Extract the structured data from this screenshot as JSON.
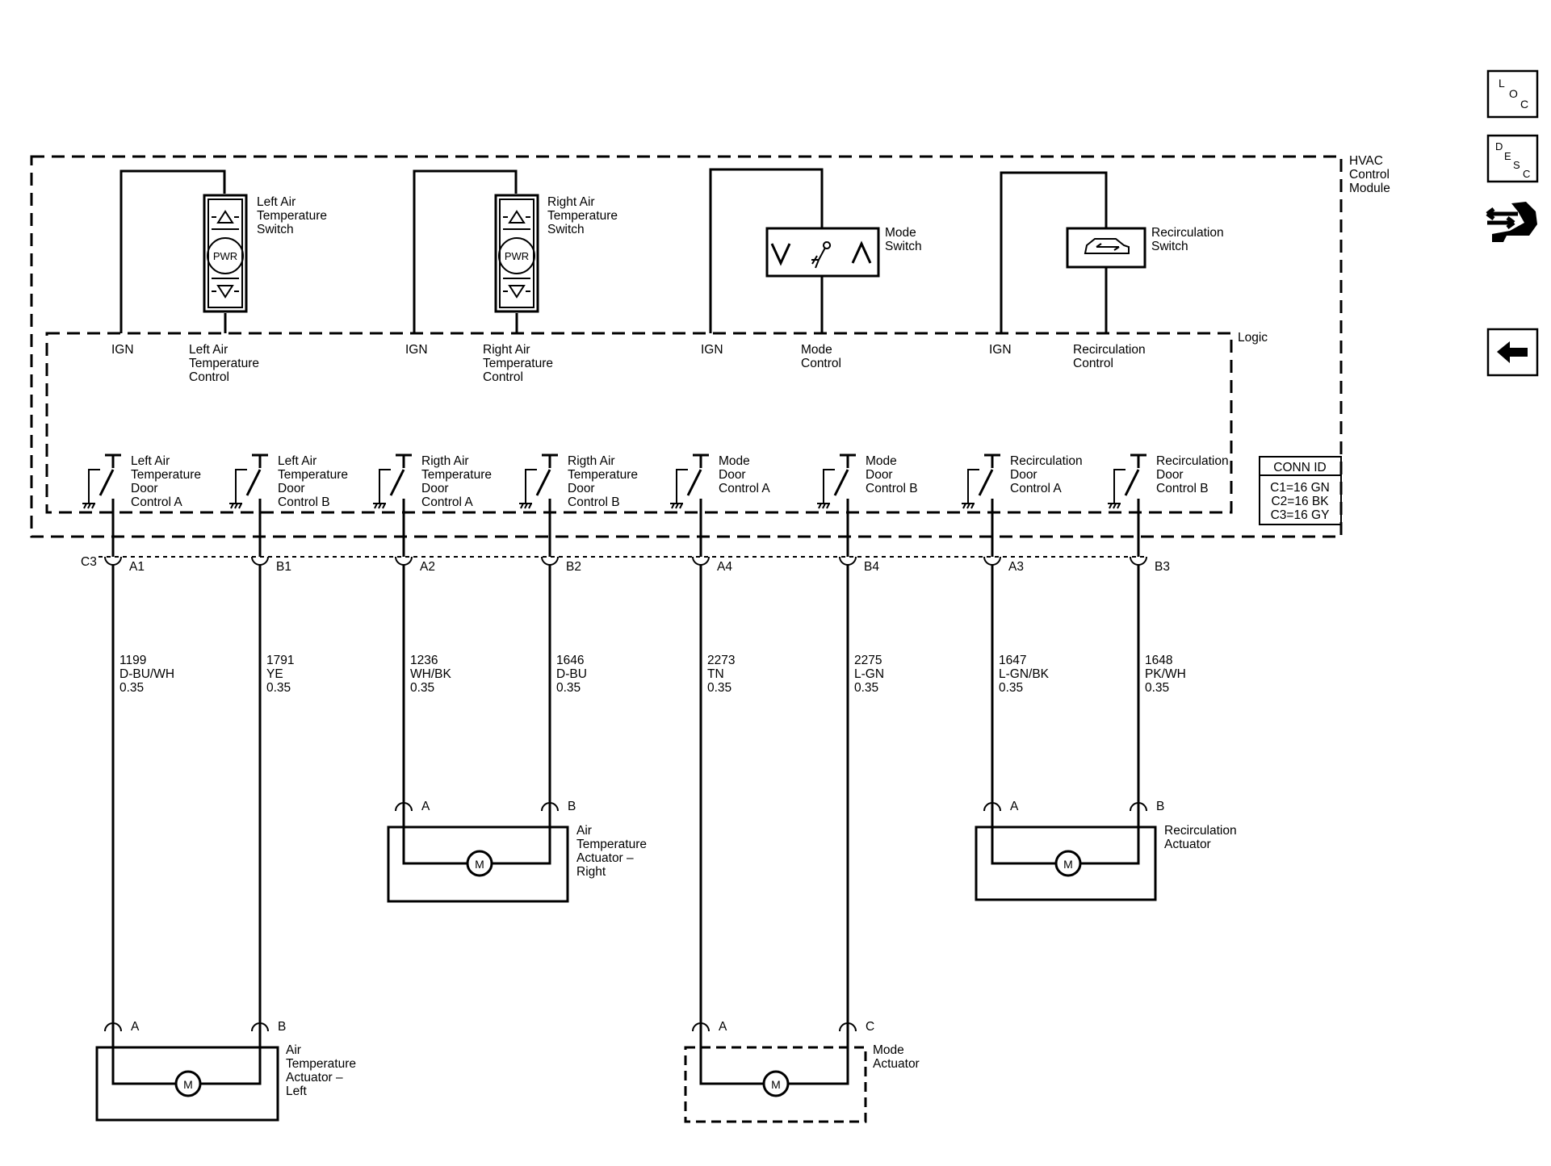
{
  "module": {
    "name": [
      "HVAC",
      "Control",
      "Module"
    ],
    "logic_label": "Logic"
  },
  "switches": [
    {
      "label": [
        "Left Air",
        "Temperature",
        "Switch"
      ],
      "pwr": "PWR"
    },
    {
      "label": [
        "Right Air",
        "Temperature",
        "Switch"
      ],
      "pwr": "PWR"
    },
    {
      "label": [
        "Mode",
        "Switch"
      ]
    },
    {
      "label": [
        "Recirculation",
        "Switch"
      ]
    }
  ],
  "logic_inputs": [
    {
      "ign": "IGN",
      "control": [
        "Left Air",
        "Temperature",
        "Control"
      ]
    },
    {
      "ign": "IGN",
      "control": [
        "Right Air",
        "Temperature",
        "Control"
      ]
    },
    {
      "ign": "IGN",
      "control": [
        "Mode",
        "Control"
      ]
    },
    {
      "ign": "IGN",
      "control": [
        "Recirculation",
        "Control"
      ]
    }
  ],
  "door_controls": [
    [
      "Left Air",
      "Temperature",
      "Door",
      "Control A"
    ],
    [
      "Left Air",
      "Temperature",
      "Door",
      "Control B"
    ],
    [
      "Rigth Air",
      "Temperature",
      "Door",
      "Control A"
    ],
    [
      "Rigth Air",
      "Temperature",
      "Door",
      "Control B"
    ],
    [
      "Mode",
      "Door",
      "Control A"
    ],
    [
      "Mode",
      "Door",
      "Control B"
    ],
    [
      "Recirculation",
      "Door",
      "Control A"
    ],
    [
      "Recirculation",
      "Door",
      "Control B"
    ]
  ],
  "conn_id": {
    "title": "CONN ID",
    "rows": [
      "C1=16 GN",
      "C2=16 BK",
      "C3=16 GY"
    ]
  },
  "connector_label": "C3",
  "pins": [
    "A1",
    "B1",
    "A2",
    "B2",
    "A4",
    "B4",
    "A3",
    "B3"
  ],
  "wires": [
    {
      "circuit": "1199",
      "color": "D-BU/WH",
      "gauge": "0.35"
    },
    {
      "circuit": "1791",
      "color": "YE",
      "gauge": "0.35"
    },
    {
      "circuit": "1236",
      "color": "WH/BK",
      "gauge": "0.35"
    },
    {
      "circuit": "1646",
      "color": "D-BU",
      "gauge": "0.35"
    },
    {
      "circuit": "2273",
      "color": "TN",
      "gauge": "0.35"
    },
    {
      "circuit": "2275",
      "color": "L-GN",
      "gauge": "0.35"
    },
    {
      "circuit": "1647",
      "color": "L-GN/BK",
      "gauge": "0.35"
    },
    {
      "circuit": "1648",
      "color": "PK/WH",
      "gauge": "0.35"
    }
  ],
  "actuators": [
    {
      "label": [
        "Air",
        "Temperature",
        "Actuator –",
        "Right"
      ],
      "pins": [
        "A",
        "B"
      ],
      "motor": "M"
    },
    {
      "label": [
        "Recirculation",
        "Actuator"
      ],
      "pins": [
        "A",
        "B"
      ],
      "motor": "M"
    },
    {
      "label": [
        "Air",
        "Temperature",
        "Actuator –",
        "Left"
      ],
      "pins": [
        "A",
        "B"
      ],
      "motor": "M"
    },
    {
      "label": [
        "Mode",
        "Actuator"
      ],
      "pins": [
        "A",
        "C"
      ],
      "motor": "M"
    }
  ],
  "nav": {
    "loc": [
      "L",
      "O",
      "C"
    ],
    "desc": [
      "D",
      "E",
      "S",
      "C"
    ],
    "connector_icon": "connector-icon",
    "back_icon": "back-arrow-icon"
  }
}
